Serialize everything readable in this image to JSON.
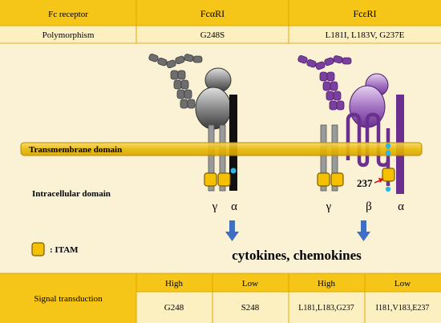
{
  "header": {
    "fc_receptor": "Fc receptor",
    "fcar": "FcαRI",
    "fcer": "FcεRI",
    "polymorphism": "Polymorphism",
    "fcar_poly": "G248S",
    "fcer_poly": "L181I, L183V, G237E"
  },
  "diagram": {
    "transmembrane": "Transmembrane domain",
    "intracellular": "Intracellular domain",
    "itam_legend": ": ITAM",
    "gamma1": "γ",
    "alpha1": "α",
    "gamma2": "γ",
    "beta": "β",
    "alpha2": "α",
    "site_237": "237",
    "output": "cytokines, chemokines"
  },
  "signal": {
    "label": "Signal transduction",
    "high1": "High",
    "low1": "Low",
    "high2": "High",
    "low2": "Low",
    "v1": "G248",
    "v2": "S248",
    "v3": "L181,L183,G237",
    "v4": "I181,V183,E237"
  },
  "colors": {
    "header_bg": "#F5C518",
    "light_bg": "#FCEFC0",
    "cream_bg": "#FBF2D5",
    "membrane": "#E8B800",
    "fcar_chain": "#6E6E6E",
    "fcer_chain": "#7B3FA0",
    "itam": "#F5C000",
    "phospho": "#29B6E8",
    "arrow": "#3E6FC2"
  }
}
